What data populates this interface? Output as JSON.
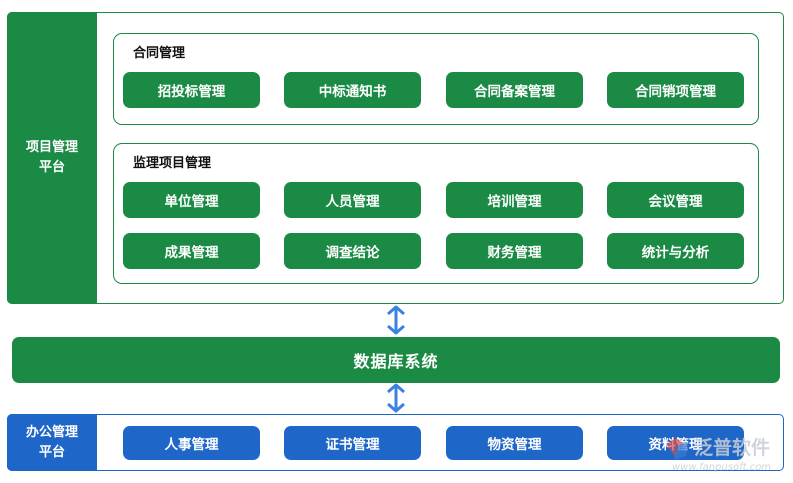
{
  "project_platform": {
    "label_line1": "项目管理",
    "label_line2": "平台",
    "contract_section": {
      "title": "合同管理",
      "items": [
        "招投标管理",
        "中标通知书",
        "合同备案管理",
        "合同销项管理"
      ]
    },
    "supervision_section": {
      "title": "监理项目管理",
      "items": [
        "单位管理",
        "人员管理",
        "培训管理",
        "会议管理",
        "成果管理",
        "调查结论",
        "财务管理",
        "统计与分析"
      ]
    }
  },
  "database": {
    "label": "数据库系统"
  },
  "office_platform": {
    "label_line1": "办公管理",
    "label_line2": "平台",
    "items": [
      "人事管理",
      "证书管理",
      "物资管理",
      "资料管理"
    ]
  },
  "watermark": {
    "brand": "泛普软件",
    "url": "www.fanpusoft.com"
  },
  "colors": {
    "green": "#1a8a45",
    "blue": "#1e66c7",
    "arrow": "#3b82e0"
  }
}
